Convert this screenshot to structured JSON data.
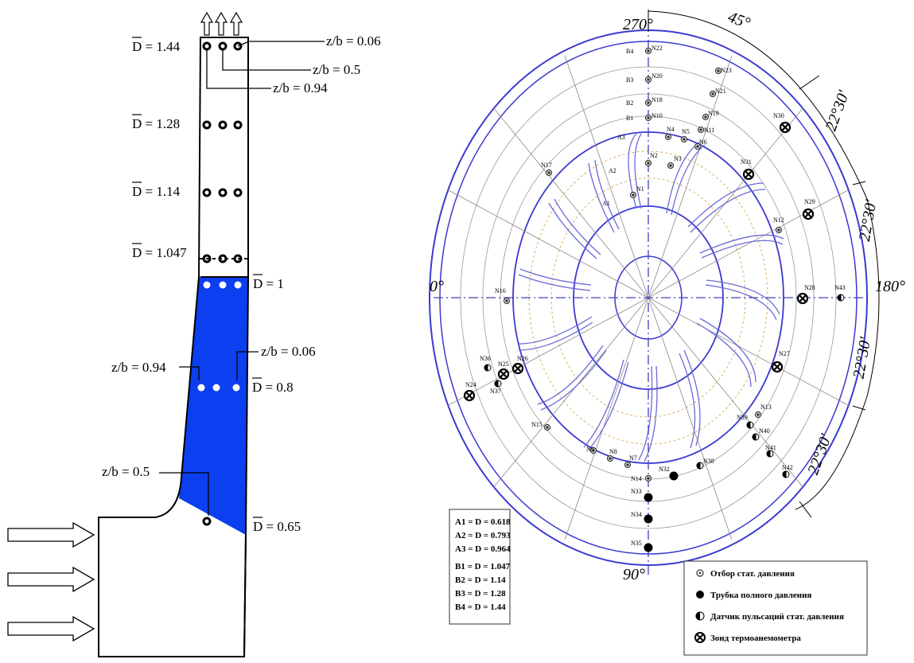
{
  "left": {
    "d_labels": [
      "D = 1.44",
      "D = 1.28",
      "D = 1.14",
      "D = 1.047",
      "D = 1",
      "D = 0.8",
      "D = 0.65"
    ],
    "zb_labels": [
      "z/b = 0.06",
      "z/b = 0.5",
      "z/b = 0.94",
      "z/b = 0.94",
      "z/b = 0.06",
      "z/b = 0.5"
    ],
    "colors": {
      "channel_fill": "#0b3ff0",
      "stroke": "#000000"
    }
  },
  "right": {
    "angles": [
      "270°",
      "45°",
      "22°30'",
      "22°30'",
      "180°",
      "22°30'",
      "22°30'",
      "0°",
      "90°"
    ],
    "point_labels": [
      "B4",
      "N22",
      "B3",
      "N20",
      "B2",
      "N18",
      "B1",
      "N10",
      "N23",
      "N21",
      "N19",
      "N11",
      "N4",
      "N5",
      "N6",
      "A3",
      "N2",
      "N3",
      "A2",
      "N1",
      "A1",
      "N17",
      "N30",
      "N31",
      "N29",
      "N12",
      "N16",
      "N28",
      "N43",
      "N36",
      "N25",
      "N26",
      "N24",
      "N37",
      "N27",
      "N13",
      "N39",
      "N40",
      "N41",
      "N42",
      "N15",
      "N9",
      "N8",
      "N7",
      "N14",
      "N32",
      "N38",
      "N33",
      "N34",
      "N35"
    ],
    "spec_box": [
      "A1 = D = 0.618",
      "A2 = D = 0.793",
      "A3 = D = 0.964",
      "B1 = D = 1.047",
      "B2 = D = 1.14",
      "B3 = D = 1.28",
      "B4 = D = 1.44"
    ],
    "legend": [
      "Отбор стат. давления",
      "Трубка полного давления",
      "Датчик пульсаций стат. давления",
      "Зонд термоанемометра"
    ],
    "colors": {
      "circle": "#3a3ad0",
      "vane": "#6a6ad8",
      "dashed_ring": "#d9b060",
      "axis": "#4040c0"
    }
  }
}
